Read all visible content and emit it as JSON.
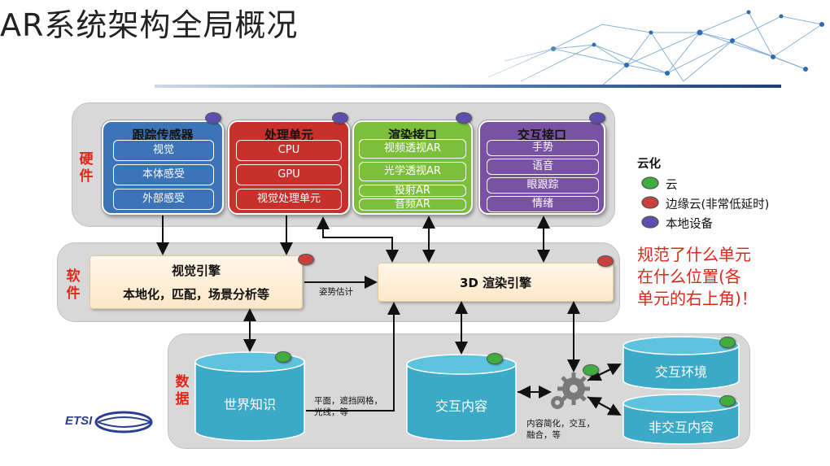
{
  "title": "AR系统架构全局概况",
  "categories": {
    "hardware": [
      "硬",
      "件"
    ],
    "software": [
      "软",
      "件"
    ],
    "data": [
      "数",
      "据"
    ]
  },
  "hardware": {
    "tracking": {
      "title": "跟踪传感器",
      "items": [
        "视觉",
        "本体感受",
        "外部感受"
      ]
    },
    "processing": {
      "title": "处理单元",
      "items": [
        "CPU",
        "GPU",
        "视觉处理单元"
      ]
    },
    "rendering": {
      "title": "渲染接口",
      "items": [
        "视频透视AR",
        "光学透视AR",
        "投射AR",
        "音频AR"
      ]
    },
    "interaction": {
      "title": "交互接口",
      "items": [
        "手势",
        "语音",
        "眼跟踪",
        "情绪"
      ]
    }
  },
  "software": {
    "vision_engine": {
      "title": "视觉引擎",
      "subtitle": "本地化，匹配，场景分析等"
    },
    "pose_label": "姿势估计",
    "render_engine": {
      "title": "3D 渲染引擎"
    }
  },
  "data": {
    "world_knowledge": "世界知识",
    "world_note": [
      "平面，遮挡网格，",
      "光线，等"
    ],
    "interaction_content": "交互内容",
    "process_note": [
      "内容简化，交互，",
      "融合，等"
    ],
    "interaction_env": "交互环境",
    "non_interaction_content": "非交互内容"
  },
  "legend": {
    "title": "云化",
    "items": [
      {
        "label": "云",
        "color": "#3fae3f"
      },
      {
        "label": "边缘云(非常低延时)",
        "color": "#c9403c"
      },
      {
        "label": "本地设备",
        "color": "#5d4fae"
      }
    ]
  },
  "note": [
    "规范了什么单元",
    "在什么位置(各",
    "单元的右上角)！"
  ],
  "logo": "ETSI",
  "colors": {
    "tracking": "#3d74b8",
    "processing": "#c8302c",
    "rendering": "#7cbf3a",
    "interaction": "#7a52a3",
    "cylinder": "#3ba9c7",
    "accent_red": "#e0261b"
  }
}
